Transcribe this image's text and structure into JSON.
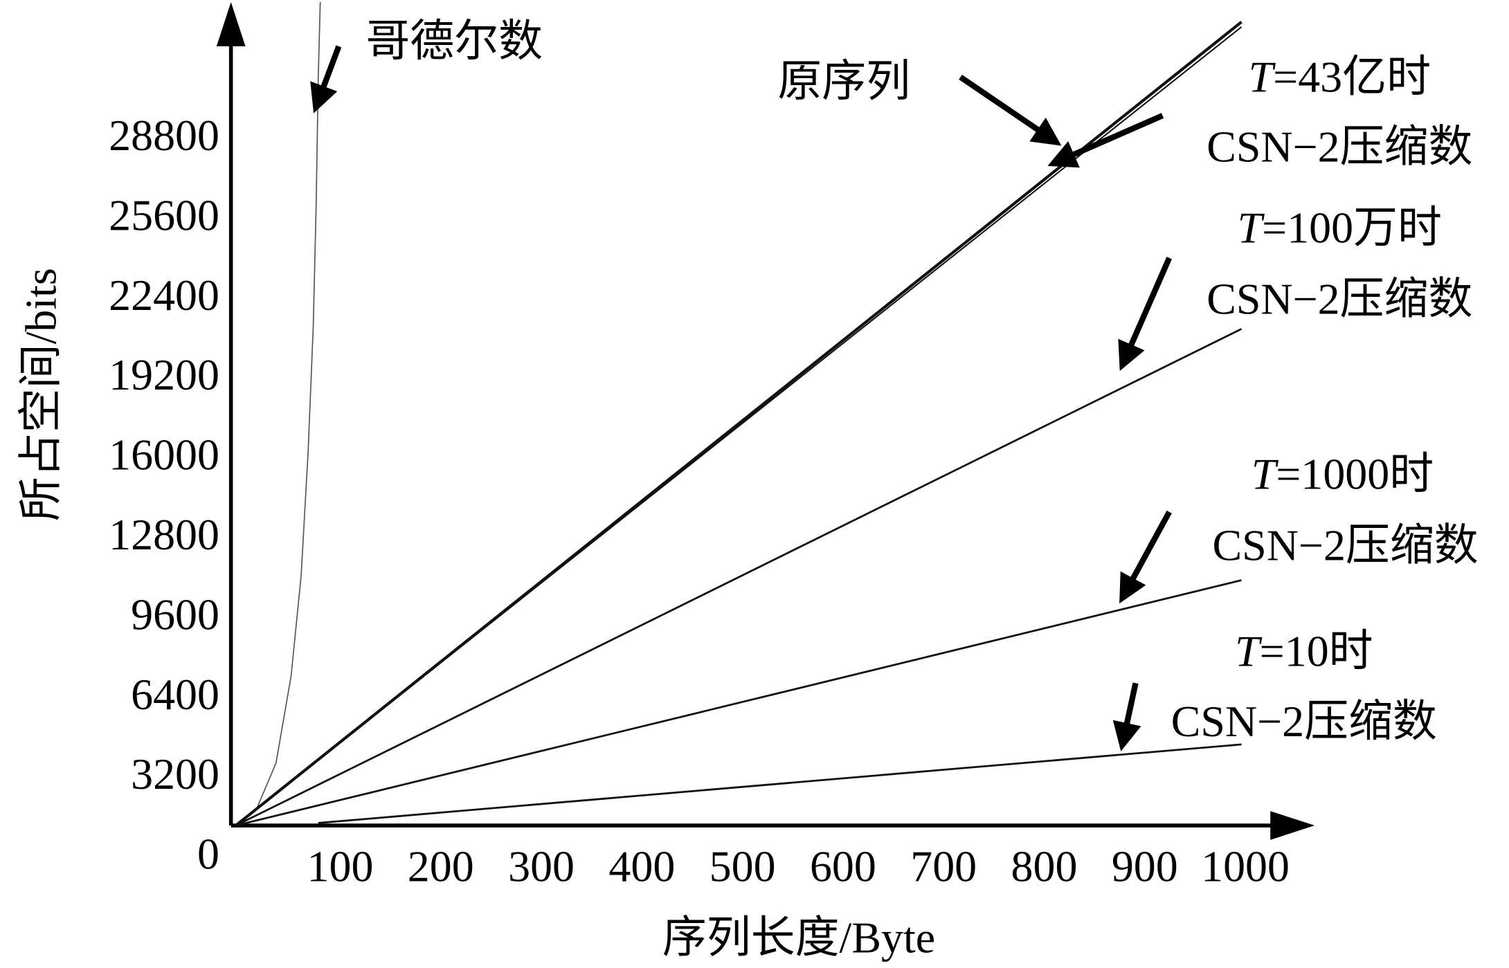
{
  "chart_data": {
    "type": "line",
    "title": "",
    "xlabel": "序列长度/Byte",
    "ylabel": "所占空间/bits",
    "x_ticks": [
      100,
      200,
      300,
      400,
      500,
      600,
      700,
      800,
      900,
      1000
    ],
    "y_ticks": [
      0,
      3200,
      6400,
      9600,
      12800,
      16000,
      19200,
      22400,
      25600,
      28800
    ],
    "xlim": [
      0,
      1000
    ],
    "ylim": [
      0,
      32000
    ],
    "grid": false,
    "series": [
      {
        "name": "哥德尔数",
        "label_lines": [
          "哥德尔数"
        ],
        "points": [
          [
            0,
            0
          ],
          [
            20,
            600
          ],
          [
            40,
            2500
          ],
          [
            55,
            6000
          ],
          [
            65,
            10000
          ],
          [
            72,
            15000
          ],
          [
            77,
            20000
          ],
          [
            80,
            25000
          ],
          [
            82,
            30000
          ],
          [
            84,
            33000
          ]
        ],
        "width": 1.2
      },
      {
        "name": "原序列",
        "label_lines": [
          "原序列"
        ],
        "points": [
          [
            0,
            0
          ],
          [
            1000,
            32200
          ]
        ],
        "width": 3
      },
      {
        "name": "T=43亿时 CSN-2压缩数",
        "label_lines": [
          "T",
          "=43亿时",
          "CSN−2压缩数"
        ],
        "points": [
          [
            0,
            0
          ],
          [
            1000,
            32000
          ]
        ],
        "width": 1.5
      },
      {
        "name": "T=100万时 CSN-2压缩数",
        "label_lines": [
          "T",
          "=100万时",
          "CSN−2压缩数"
        ],
        "points": [
          [
            0,
            0
          ],
          [
            1000,
            19900
          ]
        ],
        "width": 2
      },
      {
        "name": "T=1000时 CSN-2压缩数",
        "label_lines": [
          "T",
          "=1000时",
          "CSN−2压缩数"
        ],
        "points": [
          [
            0,
            0
          ],
          [
            1000,
            9830
          ]
        ],
        "width": 2
      },
      {
        "name": "T=10时 CSN-2压缩数",
        "label_lines": [
          "T",
          "=10时",
          "CSN−2压缩数"
        ],
        "points": [
          [
            82,
            100
          ],
          [
            1000,
            3250
          ]
        ],
        "width": 2
      }
    ]
  }
}
